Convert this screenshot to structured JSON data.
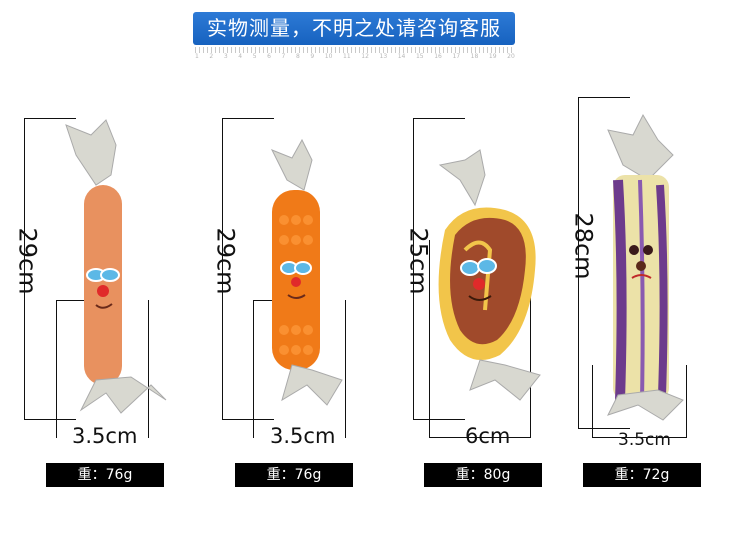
{
  "banner": {
    "text": "实物测量，不明之处请咨询客服"
  },
  "ruler": {
    "labels": [
      "1",
      "2",
      "3",
      "4",
      "5",
      "6",
      "7",
      "8",
      "9",
      "10",
      "11",
      "12",
      "13",
      "14",
      "15",
      "16",
      "17",
      "18",
      "19",
      "20"
    ]
  },
  "products": [
    {
      "name": "sausage",
      "height_label": "29cm",
      "width_label": "3.5cm",
      "weight_label": "重：76g",
      "color": "#e8915f"
    },
    {
      "name": "corn",
      "height_label": "29cm",
      "width_label": "3.5cm",
      "weight_label": "重：76g",
      "color": "#f07a18"
    },
    {
      "name": "steak",
      "height_label": "25cm",
      "width_label": "6cm",
      "weight_label": "重：80g",
      "color": "#a04a2b"
    },
    {
      "name": "eggplant",
      "height_label": "28cm",
      "width_label": "3.5cm",
      "weight_label": "重：72g",
      "color": "#6d3b8c"
    }
  ]
}
